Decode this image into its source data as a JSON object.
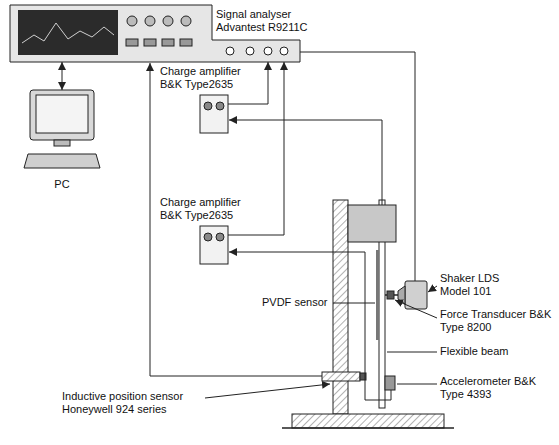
{
  "diagram": {
    "nodes": [
      {
        "text": [
          "Signal analyser Advantest R9211C"
        ]
      },
      {
        "text": [
          "PC"
        ]
      },
      {
        "text": [
          "Charge amplifier B&K Type2635"
        ]
      },
      {
        "text": [
          "Charge amplifier B&K Type2635"
        ]
      }
    ],
    "edges": [
      {
        "from": 0,
        "to": 1,
        "arrow": "both"
      },
      {
        "from": 2,
        "to": 0,
        "arrow": "to"
      },
      {
        "from": 3,
        "to": 0,
        "arrow": "to"
      }
    ],
    "labels": [
      "Shaker LDS Model 101",
      "Force Transducer B&K Type 8200",
      "PVDF sensor",
      "Flexible beam",
      "Accelerometer B&K Type 4393",
      "Inductive position sensor Honeywell 924 series"
    ]
  }
}
